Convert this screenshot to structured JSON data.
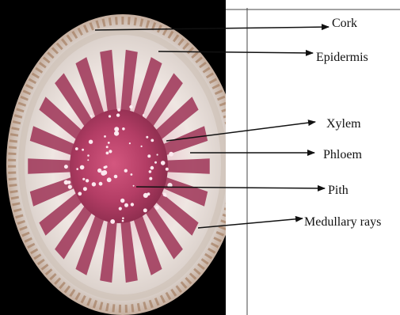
{
  "labels": [
    {
      "id": "cork",
      "text": "Cork"
    },
    {
      "id": "epidermis",
      "text": "Epidermis"
    },
    {
      "id": "xylem",
      "text": "Xylem"
    },
    {
      "id": "phloem",
      "text": "Phloem"
    },
    {
      "id": "pith",
      "text": "Pith"
    },
    {
      "id": "medullary",
      "text": "Medullary rays"
    }
  ],
  "colors": {
    "background": "#000000",
    "cortex": "#e9e1dc",
    "cork_ring": "#b89478",
    "vascular": "#9e3356",
    "pith": "#c24a73",
    "ink": "#111111"
  }
}
